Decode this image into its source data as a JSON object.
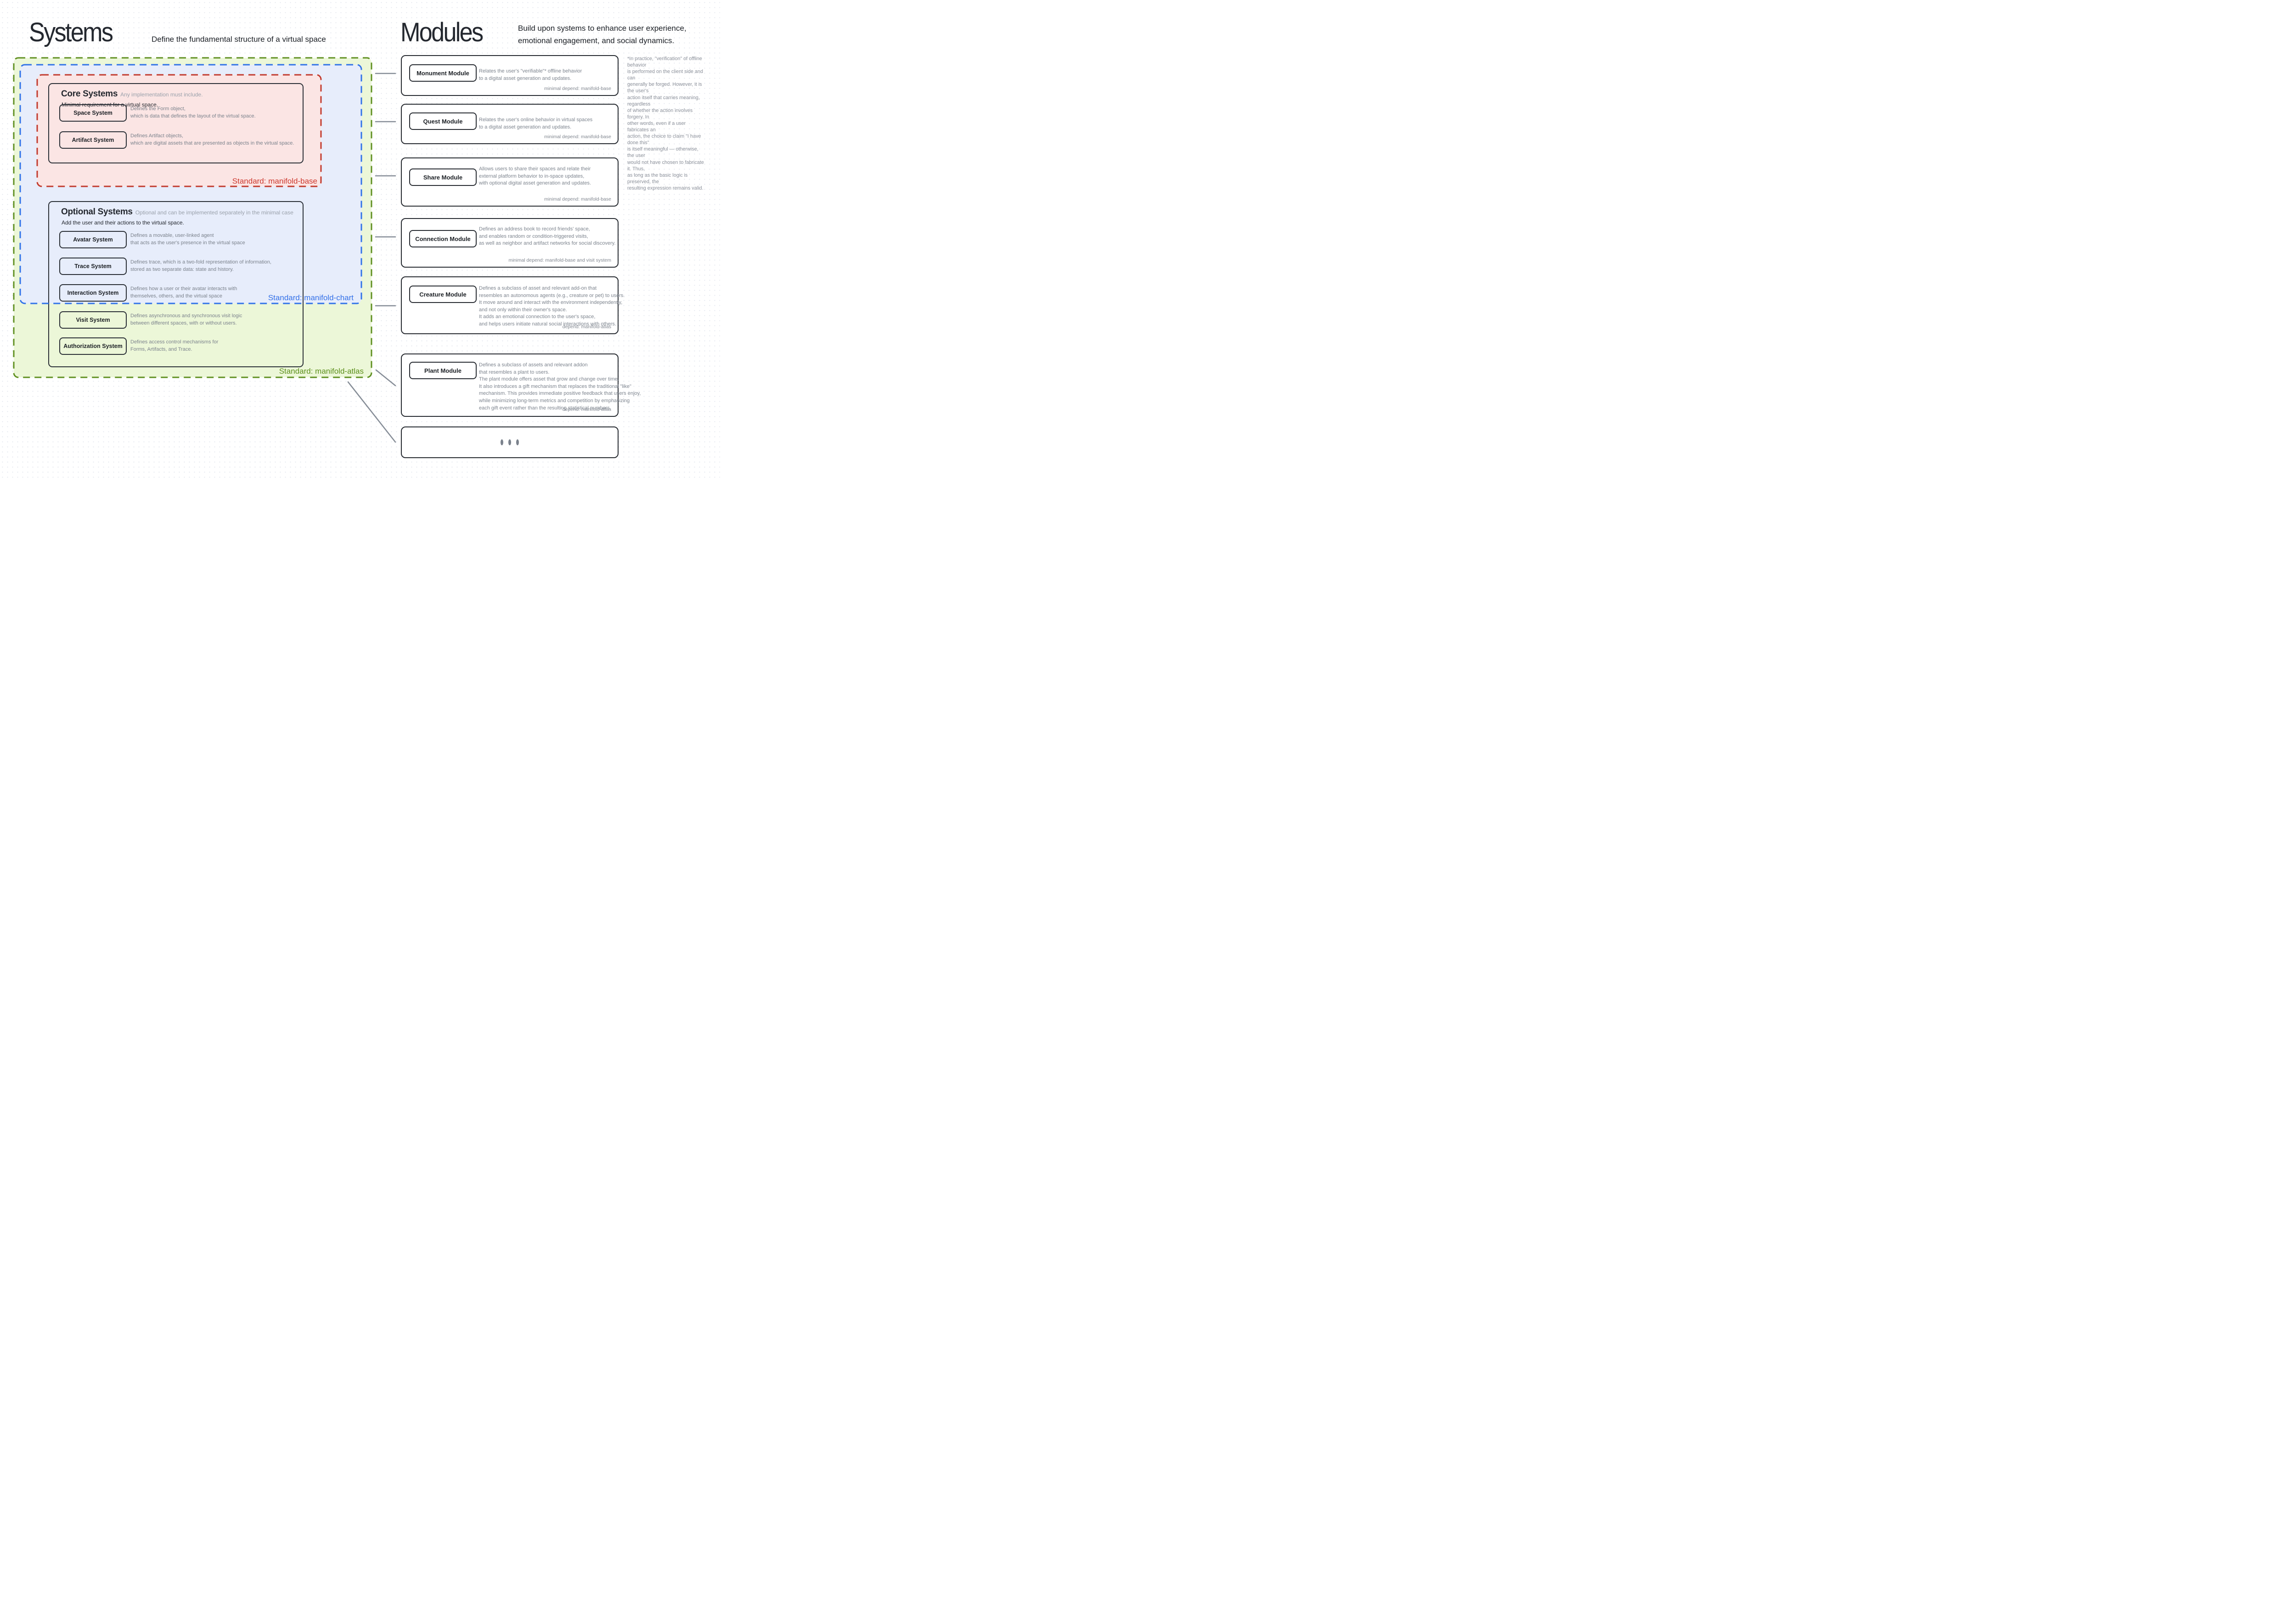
{
  "systems": {
    "title": "Systems",
    "subtitle": "Define the fundamental structure of a virtual space",
    "core": {
      "title": "Core Systems",
      "note": "Any implementation must include.",
      "line2": "Minimal requirement for a virtual space.",
      "standard_label": "Standard: manifold-base",
      "items": [
        {
          "name": "Space System",
          "desc": [
            "Defines the Form object,",
            "which is data that defines the layout of the virtual space."
          ]
        },
        {
          "name": "Artifact System",
          "desc": [
            "Defines Artifact objects,",
            "which are digital assets that are presented as objects in the virtual space."
          ]
        }
      ]
    },
    "optional": {
      "title": "Optional Systems",
      "note": "Optional and can be implemented separately in the minimal case",
      "line2": "Add the user and their actions to the virtual space.",
      "standard_chart_label": "Standard: manifold-chart",
      "standard_atlas_label": "Standard: manifold-atlas",
      "items": [
        {
          "name": "Avatar System",
          "desc": [
            "Defines a movable, user-linked agent",
            "that acts as the user's presence in the virtual space"
          ]
        },
        {
          "name": "Trace System",
          "desc": [
            "Defines trace, which is a two-fold representation of information,",
            "stored as two separate data: state and history."
          ]
        },
        {
          "name": "Interaction System",
          "desc": [
            "Defines how a user or their avatar interacts with",
            "themselves, others, and the virtual space"
          ]
        },
        {
          "name": "Visit System",
          "desc": [
            "Defines asynchronous and synchronous visit logic",
            "between different spaces, with or without users."
          ]
        },
        {
          "name": "Authorization System",
          "desc": [
            "Defines access control mechanisms for",
            "Forms, Artifacts, and Trace."
          ]
        }
      ]
    }
  },
  "modules": {
    "title": "Modules",
    "subtitle_line1": "Build upon systems to enhance user experience,",
    "subtitle_line2": "emotional engagement, and social dynamics.",
    "cards": [
      {
        "name": "Monument Module",
        "desc": [
          "Relates the user's \"verifiable\"* offline behavior",
          "to a digital asset generation and updates."
        ],
        "depend": "minimal depend: manifold-base"
      },
      {
        "name": "Quest Module",
        "desc": [
          "Relates the user's online behavior in virtual spaces",
          "to a digital asset generation and updates."
        ],
        "depend": "minimal depend: manifold-base"
      },
      {
        "name": "Share Module",
        "desc": [
          "Allows users to share their spaces and relate their",
          "external platform behavior to in-space updates,",
          "with optional digital asset generation and updates."
        ],
        "depend": "minimal depend: manifold-base"
      },
      {
        "name": "Connection Module",
        "desc": [
          "Defines an address book to record friends' space,",
          "and enables random or condition-triggered visits,",
          "as well as neighbor and artifact networks for social discovery."
        ],
        "depend": "minimal depend: manifold-base and visit system"
      },
      {
        "name": "Creature Module",
        "desc": [
          "Defines a subclass of asset and relevant add-on that",
          "resembles an autonomous agents (e.g., creature or pet) to users.",
          "It move around and interact with the environment independently,",
          "and not only within their owner's space.",
          "It adds an emotional connection to the user's space,",
          "and helps users initiate natural social interactions with others."
        ],
        "depend": "depend: manifold-atlas"
      },
      {
        "name": "Plant Module",
        "desc": [
          "Defines a subclass of assets and relevant addon",
          "that resembles a plant to users.",
          "The plant module offers asset that grow and change over time.",
          "It also introduces a gift mechanism that replaces the traditional \"like\"",
          "mechanism. This provides immediate positive feedback that users enjoy,",
          "while minimizing long-term metrics and competition by emphasizing",
          "each gift event rather than the resulting statistical numbers."
        ],
        "depend": "depend: manifold-atlas"
      }
    ]
  },
  "footnote_lines": [
    "*In practice, \"verification\" of offline behavior",
    "is performed on the client side and can",
    "generally be forged. However, it is the user's",
    "action itself that carries meaning, regardless",
    "of whether the action involves forgery. In",
    "other words, even if a user fabricates an",
    "action, the choice to claim \"I have done this\"",
    "is itself meaningful — otherwise, the user",
    "would not have chosen to fabricate it. Thus,",
    "as long as the basic logic is preserved, the",
    "resulting expression remains valid."
  ],
  "colors": {
    "standard_base_red": "#cd3a30",
    "standard_chart_blue": "#3471e8",
    "standard_atlas_green": "#5c8f1b",
    "zone_red_fill": "#fbe5e4",
    "zone_blue_fill": "#e7edfb",
    "zone_green_fill": "#ecf7d8",
    "box_border_dark": "#2b3037",
    "description_gray": "#7d848e",
    "connector_gray": "#868d97"
  }
}
